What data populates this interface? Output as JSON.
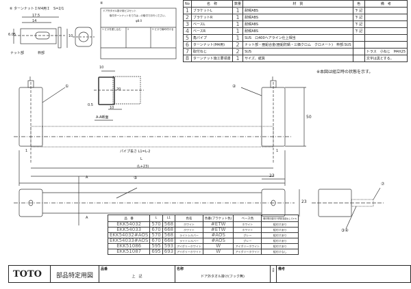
{
  "detail6": {
    "label": "⑥ ターンナットＩＭ4用Ｉ　S=2/1",
    "dims": [
      "17.5",
      "14",
      "6.05",
      "10"
    ],
    "leaders": [
      "ナット部",
      "枠部"
    ]
  },
  "detail8": {
    "label": "⑧",
    "line1": "ドア外タオル掛け用ビスセット",
    "line2": "取付ターンナットをで穴は…の取付でお行ください。",
    "line3": "φ8.0",
    "steps": [
      "1 ビスを差し込む",
      "2",
      "3 ビスで締め付ける"
    ]
  },
  "parts_table": {
    "headers": [
      "No",
      "名　称",
      "数量",
      "材　質",
      "色",
      "備　考"
    ],
    "rows": [
      [
        "1",
        "ブラケットL",
        "1",
        "耐候ABS",
        "下 記",
        ""
      ],
      [
        "2",
        "ブラケットR",
        "1",
        "耐候ABS",
        "下 記",
        ""
      ],
      [
        "3",
        "ベースL",
        "1",
        "耐候ABS",
        "下 記",
        ""
      ],
      [
        "4",
        "ベースR",
        "1",
        "耐候ABS",
        "下 記",
        ""
      ],
      [
        "5",
        "角パイプ",
        "1",
        "SUS　ロ400ヘアライン仕上相当",
        "",
        ""
      ],
      [
        "6",
        "ターンナット(M4用)",
        "2",
        "ナット部・亜鉛合金(亜鉛防錆・三価クロム　クロメート)　枠部:SUS",
        "",
        ""
      ],
      [
        "7",
        "取付ねじ",
        "2",
        "SUS",
        "",
        "トラス　小ねじ　M4X25"
      ],
      [
        "8",
        "ターンナット施工要領書",
        "1",
        "サイズ、紙質",
        "",
        "文字は黒とする。"
      ]
    ]
  },
  "note": "※本図は組立時の状態を示す。",
  "section": {
    "label": "A-A断面",
    "dims": [
      "10",
      "20",
      "0.5",
      "10"
    ]
  },
  "front_view": {
    "callouts": [
      "①",
      "②"
    ],
    "dims": [
      "50",
      "1",
      "1",
      "パイプ長さ L1=L-2",
      "L",
      "(L+23)"
    ]
  },
  "top_view": {
    "callouts": [
      "⑤",
      "⑦",
      "③④"
    ],
    "section_marks": [
      "A",
      "A"
    ],
    "dims": [
      "23",
      "23"
    ]
  },
  "model_table": {
    "headers": [
      "品　番",
      "L",
      "L1",
      "色名",
      "色番(ブラケット色)",
      "ベース色",
      "機付時の組付け状態(突起なしで2.5)"
    ],
    "rows": [
      [
        "EKK54032",
        "570",
        "568",
        "ホワイト",
        "#ETW",
        "ホワイト",
        "組付けあり"
      ],
      [
        "EKK54033",
        "670",
        "668",
        "ホワイト",
        "#ETW",
        "ホワイト",
        "組付けあり"
      ],
      [
        "EKK54032#AOS",
        "570",
        "568",
        "ライトシルバー",
        "#AOS",
        "グレー",
        "組付けあり"
      ],
      [
        "EKK54033#AOS",
        "670",
        "668",
        "ライトシルバー",
        "#AOS",
        "グレー",
        "組付けあり"
      ],
      [
        "EKK51086",
        "595",
        "593",
        "アイボリーホワイト",
        "W",
        "アイボリーホワイト",
        "組付けあり"
      ],
      [
        "EKK51087",
        "695",
        "693",
        "アイボリーホワイト",
        "W",
        "アイボリーホワイト",
        "組付けなし"
      ]
    ]
  },
  "title_block": {
    "logo": "TOTO",
    "doc_type": "部品特定用図",
    "part_no_label": "品番",
    "part_no": "上　記",
    "name_label": "名称",
    "name": "ドア外タオル掛け(フック無)",
    "scale_label": "尺度",
    "remarks_label": "備考"
  }
}
